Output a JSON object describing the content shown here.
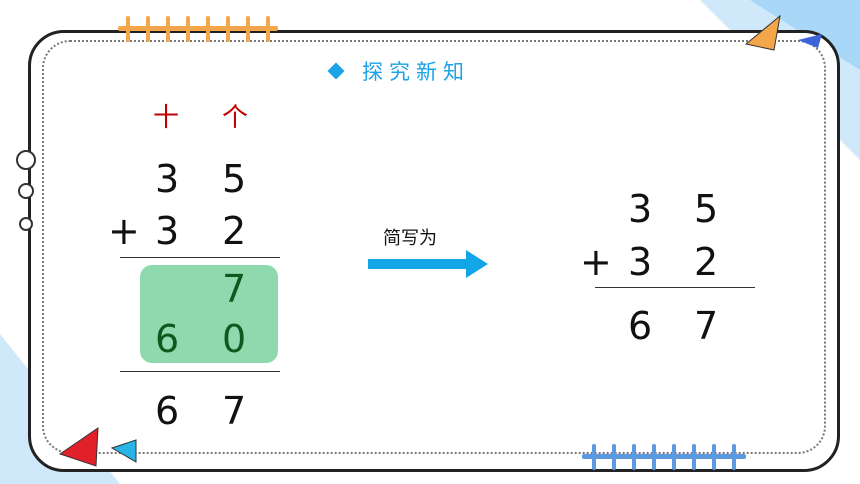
{
  "heading": {
    "text": "探究新知",
    "icon": "diamond-icon",
    "color": "#1aa3e8"
  },
  "places": {
    "tens": "十",
    "ones": "个"
  },
  "left_problem": {
    "addend1": {
      "tens": "3",
      "ones": "5"
    },
    "operator": "+",
    "addend2": {
      "tens": "3",
      "ones": "2"
    },
    "partial_ones": "7",
    "partial_tens": {
      "tens": "6",
      "ones": "0"
    },
    "sum": {
      "tens": "6",
      "ones": "7"
    }
  },
  "arrow": {
    "label": "简写为",
    "color": "#14a5e6"
  },
  "right_problem": {
    "addend1": {
      "tens": "3",
      "ones": "5"
    },
    "operator": "+",
    "addend2": {
      "tens": "3",
      "ones": "2"
    },
    "sum": {
      "tens": "6",
      "ones": "7"
    }
  },
  "colors": {
    "highlight": "#8ed9ad",
    "place_labels": "#c00000",
    "accent_orange": "#f4a64a",
    "accent_blue": "#3d63d8",
    "accent_red": "#e2202a"
  }
}
